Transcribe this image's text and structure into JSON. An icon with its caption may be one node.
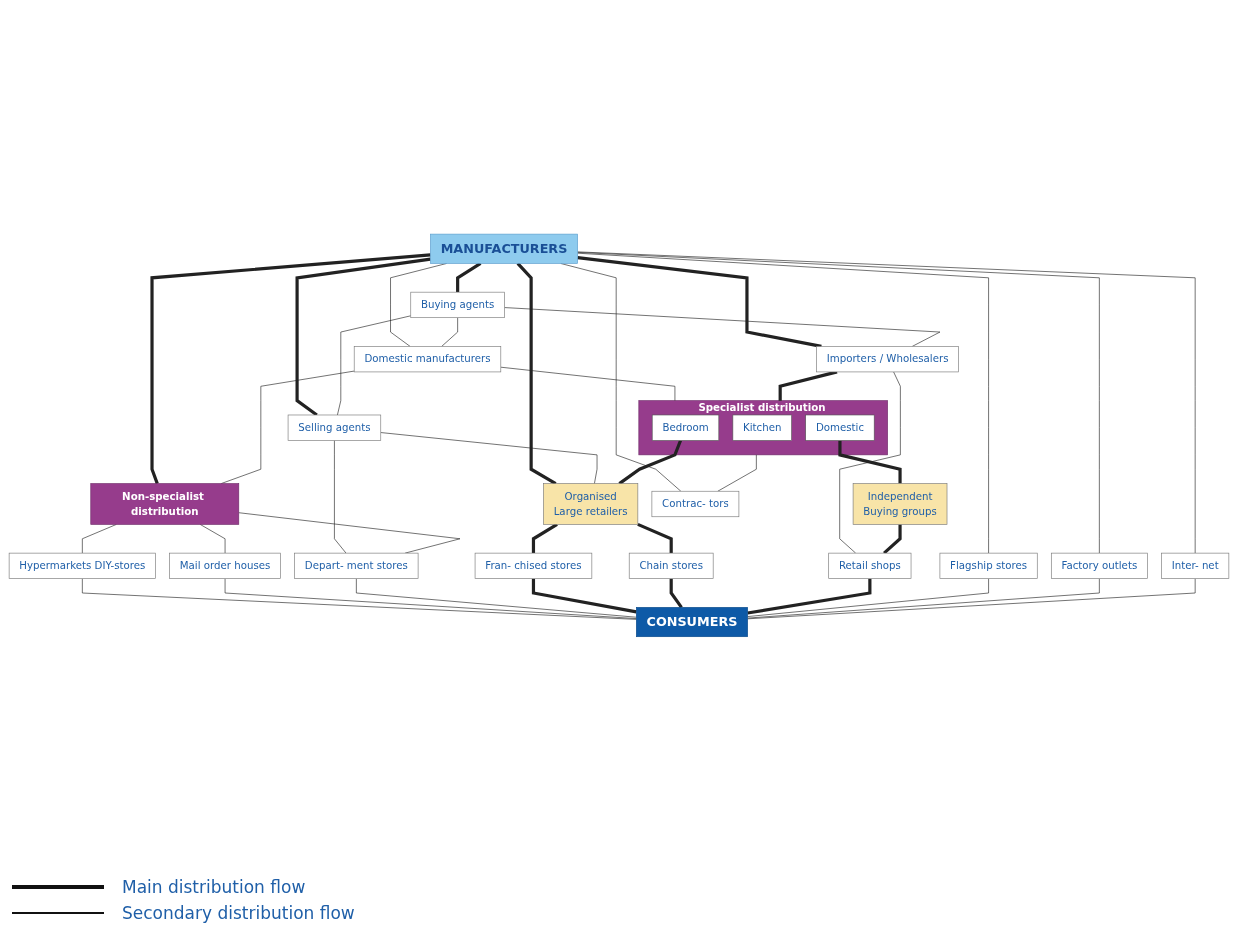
{
  "diagram": {
    "nodes": [
      {
        "text": [
          "MANUFACTURERS"
        ]
      },
      {
        "text": [
          "Buying agents"
        ]
      },
      {
        "text": [
          "Domestic manufacturers"
        ]
      },
      {
        "text": [
          "Selling agents"
        ]
      },
      {
        "text": [
          "Importers / Wholesalers"
        ]
      },
      {
        "text": [
          "Non-specialist distribution"
        ]
      },
      {
        "text": [
          "Specialist distribution"
        ]
      },
      {
        "text": [
          "Bedroom"
        ],
        "in": 6
      },
      {
        "text": [
          "Kitchen"
        ],
        "in": 6
      },
      {
        "text": [
          "Domestic"
        ],
        "in": 6
      },
      {
        "text": [
          "Organised",
          "Large retailers"
        ]
      },
      {
        "text": [
          "Independent",
          "Buying groups"
        ]
      },
      {
        "text": [
          "Hypermarkets DIY-stores"
        ]
      },
      {
        "text": [
          "Mail order houses"
        ]
      },
      {
        "text": [
          "Depart- ment stores"
        ]
      },
      {
        "text": [
          "Fran- chised stores"
        ]
      },
      {
        "text": [
          "Chain stores"
        ]
      },
      {
        "text": [
          "Retail shops"
        ]
      },
      {
        "text": [
          "Contrac- tors"
        ]
      },
      {
        "text": [
          "Flagship stores"
        ]
      },
      {
        "text": [
          "Factory outlets"
        ]
      },
      {
        "text": [
          "Inter- net"
        ]
      },
      {
        "text": [
          "CONSUMERS"
        ]
      }
    ],
    "edges": [
      {
        "from": 0,
        "to": 5,
        "arrow": "none",
        "style": "thick"
      },
      {
        "from": 0,
        "to": 2,
        "arrow": "none"
      },
      {
        "from": 0,
        "to": 1,
        "arrow": "none",
        "style": "thick"
      },
      {
        "from": 0,
        "to": 3,
        "arrow": "none",
        "style": "thick"
      },
      {
        "from": 0,
        "to": 10,
        "arrow": "none",
        "style": "thick"
      },
      {
        "from": 0,
        "to": 4,
        "arrow": "none",
        "style": "thick"
      },
      {
        "from": 0,
        "to": 18,
        "arrow": "none"
      },
      {
        "from": 0,
        "to": 19,
        "arrow": "none"
      },
      {
        "from": 0,
        "to": 20,
        "arrow": "none"
      },
      {
        "from": 0,
        "to": 21,
        "arrow": "none"
      },
      {
        "from": 1,
        "to": 2,
        "arrow": "none"
      },
      {
        "from": 1,
        "to": 3,
        "arrow": "none"
      },
      {
        "from": 1,
        "to": 4,
        "arrow": "none"
      },
      {
        "from": 2,
        "to": 5,
        "arrow": "none"
      },
      {
        "from": 2,
        "to": 6,
        "arrow": "none"
      },
      {
        "from": 3,
        "to": 10,
        "arrow": "none"
      },
      {
        "from": 3,
        "to": 14,
        "arrow": "none"
      },
      {
        "from": 4,
        "to": 6,
        "arrow": "none",
        "style": "thick"
      },
      {
        "from": 4,
        "to": 17,
        "arrow": "none"
      },
      {
        "from": 6,
        "to": 18,
        "arrow": "none"
      },
      {
        "from": 5,
        "to": 12,
        "arrow": "none"
      },
      {
        "from": 5,
        "to": 13,
        "arrow": "none"
      },
      {
        "from": 5,
        "to": 14,
        "arrow": "none"
      },
      {
        "from": 7,
        "to": 10,
        "arrow": "none",
        "style": "thick"
      },
      {
        "from": 9,
        "to": 11,
        "arrow": "none",
        "style": "thick"
      },
      {
        "from": 10,
        "to": 15,
        "arrow": "none",
        "style": "thick"
      },
      {
        "from": 10,
        "to": 16,
        "arrow": "none",
        "style": "thick"
      },
      {
        "from": 11,
        "to": 17,
        "arrow": "none",
        "style": "thick"
      },
      {
        "from": 12,
        "to": 22,
        "arrow": "none"
      },
      {
        "from": 13,
        "to": 22,
        "arrow": "none"
      },
      {
        "from": 14,
        "to": 22,
        "arrow": "none"
      },
      {
        "from": 15,
        "to": 22,
        "arrow": "none",
        "style": "thick"
      },
      {
        "from": 16,
        "to": 22,
        "arrow": "none",
        "style": "thick"
      },
      {
        "from": 17,
        "to": 22,
        "arrow": "none",
        "style": "thick"
      },
      {
        "from": 19,
        "to": 22,
        "arrow": "none"
      },
      {
        "from": 20,
        "to": 22,
        "arrow": "none"
      },
      {
        "from": 21,
        "to": 22,
        "arrow": "none"
      }
    ],
    "legend": [
      {
        "text": "Main distribution flow"
      },
      {
        "text": "Secondary distribution flow"
      }
    ]
  }
}
